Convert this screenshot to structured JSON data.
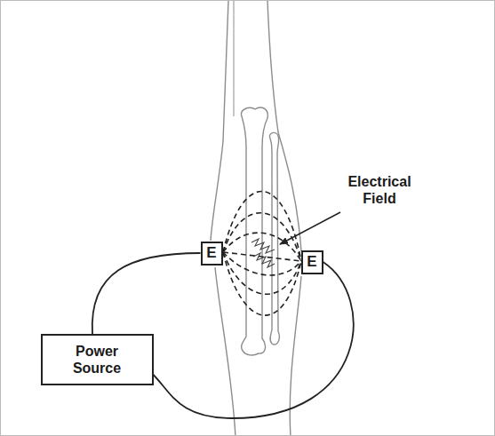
{
  "diagram": {
    "nodes": [
      {
        "text": [
          "E"
        ]
      },
      {
        "text": [
          "E"
        ]
      },
      {
        "text": [
          "Power Source"
        ]
      }
    ],
    "edges": [
      {
        "from": 2,
        "to": 0,
        "arrow": "none"
      },
      {
        "from": 1,
        "to": 2,
        "arrow": "none"
      }
    ],
    "labels": [
      "Electrical Field"
    ]
  }
}
